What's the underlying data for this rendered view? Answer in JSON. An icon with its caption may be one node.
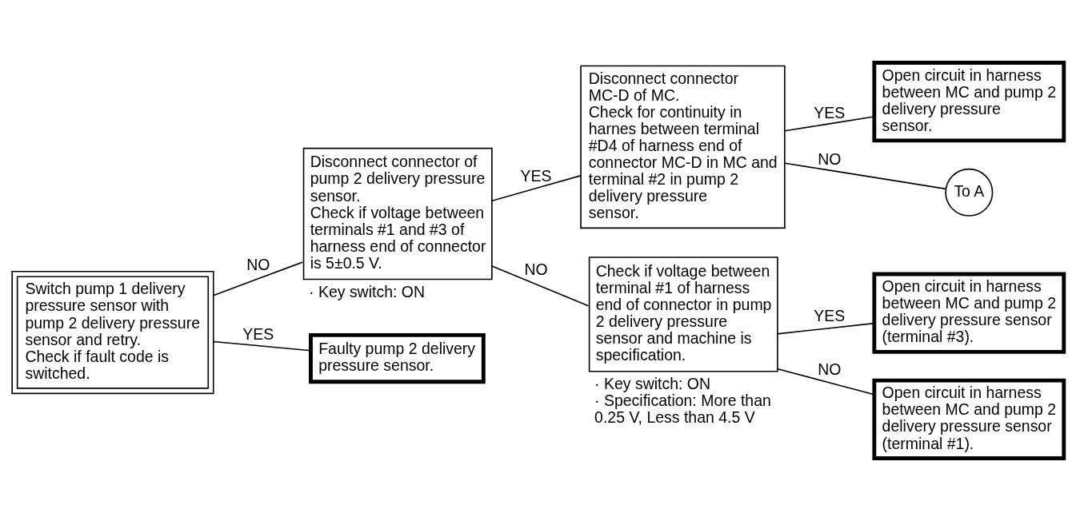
{
  "diagram": {
    "nodes": [
      {
        "text": [
          "Switch pump 1 delivery pressure sensor with pump 2 delivery pressure sensor and retry.",
          "Check if fault code is switched."
        ]
      },
      {
        "text": [
          "Disconnect connector of pump 2 delivery pressure sensor.",
          "Check if voltage between terminals #1 and #3 of harness end of connector is 5±0.5 V."
        ],
        "beside": [
          "· Key switch: ON"
        ]
      },
      {
        "text": [
          "Disconnect connector MC-D of MC.",
          "Check for continuity in harnes between terminal #D4 of harness end of connector MC-D in MC and terminal #2 in pump 2 delivery pressure sensor."
        ]
      },
      {
        "text": [
          "Open circuit in harness between MC and pump 2 delivery pressure sensor."
        ]
      },
      {
        "text": [
          "To A"
        ]
      },
      {
        "text": [
          "Check if voltage between terminal #1 of harness end of connector in pump 2 delivery pressure sensor and machine is specification."
        ],
        "beside": [
          "· Key switch: ON",
          "· Specification: More than 0.25 V, Less than 4.5 V"
        ]
      },
      {
        "text": [
          "Open circuit in harness between MC and pump 2 delivery pressure sensor (terminal #3)."
        ]
      },
      {
        "text": [
          "Open circuit in harness between MC and pump 2 delivery pressure sensor (terminal #1)."
        ]
      },
      {
        "text": [
          "Faulty pump 2 delivery pressure sensor."
        ]
      }
    ],
    "edges": [
      {
        "from": 0,
        "to": 1,
        "arrow": "none",
        "label": "NO"
      },
      {
        "from": 0,
        "to": 8,
        "arrow": "none",
        "label": "YES"
      },
      {
        "from": 1,
        "to": 2,
        "arrow": "none",
        "label": "YES"
      },
      {
        "from": 1,
        "to": 5,
        "arrow": "none",
        "label": "NO"
      },
      {
        "from": 2,
        "to": 3,
        "arrow": "none",
        "label": "YES"
      },
      {
        "from": 2,
        "to": 4,
        "arrow": "none",
        "label": "NO"
      },
      {
        "from": 5,
        "to": 6,
        "arrow": "none",
        "label": "YES"
      },
      {
        "from": 5,
        "to": 7,
        "arrow": "none",
        "label": "NO"
      }
    ]
  }
}
